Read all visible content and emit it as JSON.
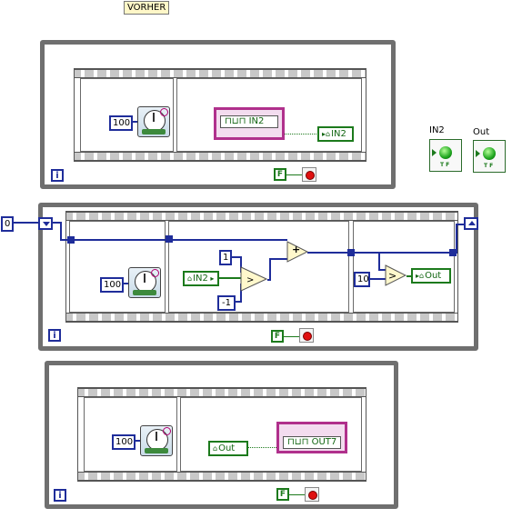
{
  "title_box": {
    "label": "VORHER"
  },
  "top_loop": {
    "wait_ms": "100",
    "pulse_label": "IN2",
    "local_var": "IN2",
    "iteration": "i",
    "stop_const": "F"
  },
  "front_panel": {
    "in2_label": "IN2",
    "out_label": "Out",
    "tf_text": "T F"
  },
  "middle_loop": {
    "shift_init": "0",
    "wait_ms": "100",
    "const_1": "1",
    "const_neg1": "-1",
    "in2_var": "IN2",
    "plus_sign": "+",
    "const_10": "10",
    "out_var": "Out",
    "iteration": "i",
    "stop_const": "F"
  },
  "bottom_loop": {
    "wait_ms": "100",
    "out_var": "Out",
    "pulse_label": "OUT7",
    "iteration": "i",
    "stop_const": "F"
  },
  "colors": {
    "loop_border": "#6f6f6f",
    "numeric_wire": "#1f2d9a",
    "boolean_wire": "#1c7a1c",
    "pulse_frame": "#b0308c"
  }
}
